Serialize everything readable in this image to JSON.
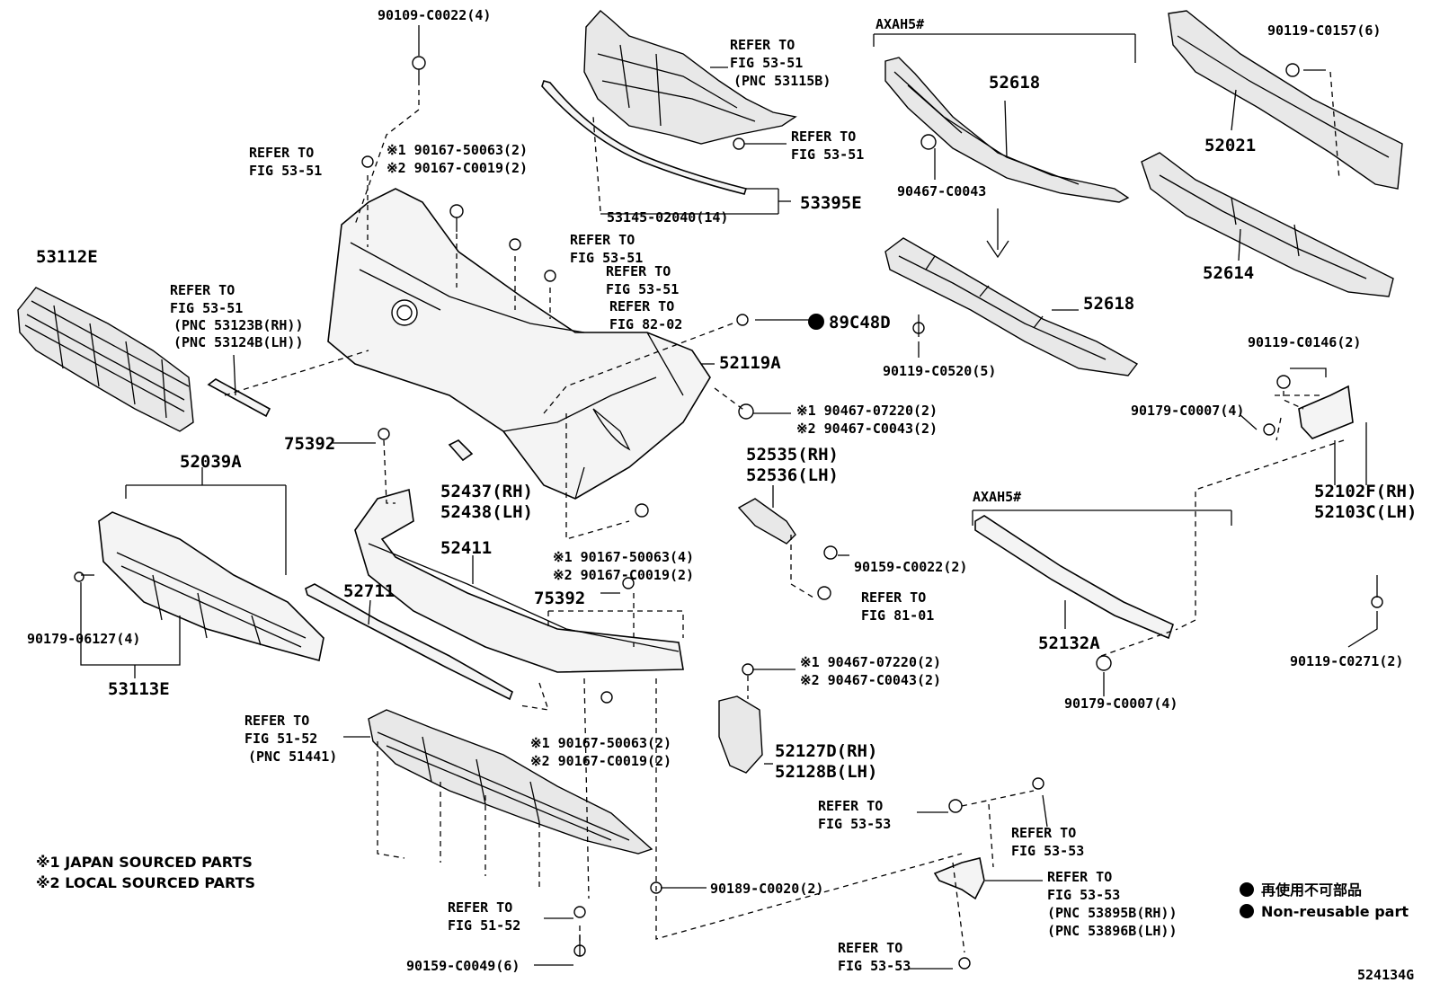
{
  "diagram_id": "524134G",
  "labels": {
    "p90109_c0022": "90109-C0022(4)",
    "refer_53_51_top": [
      "REFER TO",
      "FIG 53-51",
      "(PNC 53115B)"
    ],
    "refer_53_51_b": [
      "REFER TO",
      "FIG 53-51"
    ],
    "p53395e": "53395E",
    "p53145": "53145-02040(14)",
    "axah5_top": "AXAH5#",
    "p52618_a": "52618",
    "p90467_c0043": "90467-C0043",
    "p52618_b": "52618",
    "p90119_c0520": "90119-C0520(5)",
    "p90119_c0157": "90119-C0157(6)",
    "p52021": "52021",
    "p52614": "52614",
    "refer_53_51_c": [
      "REFER TO",
      "FIG 53-51"
    ],
    "p90167_50063_top": "※1 90167-50063(2)",
    "p90167_c0019_top": "※2 90167-C0019(2)",
    "p53112e": "53112E",
    "refer_53_51_grille": [
      "REFER TO",
      "FIG 53-51",
      "(PNC 53123B(RH))",
      "(PNC 53124B(LH))"
    ],
    "refer_53_51_d": [
      "REFER TO",
      "FIG 53-51"
    ],
    "refer_53_51_e": [
      "REFER TO",
      "FIG 53-51"
    ],
    "refer_82_02": [
      "REFER TO",
      "FIG 82-02"
    ],
    "p89c48d": "89C48D",
    "p52119a": "52119A",
    "p90119_c0146": "90119-C0146(2)",
    "p90179_c0007_a": "90179-C0007(4)",
    "p90467_07220_a": "※1 90467-07220(2)",
    "p90467_c0043_a": "※2 90467-C0043(2)",
    "p75392_a": "75392",
    "p52039a": "52039A",
    "p52437": "52437(RH)",
    "p52438": "52438(LH)",
    "p52535": "52535(RH)",
    "p52536": "52536(LH)",
    "p52102f": "52102F(RH)",
    "p52103c": "52103C(LH)",
    "axah5_mid": "AXAH5#",
    "p52411": "52411",
    "p90167_50063_mid": "※1 90167-50063(4)",
    "p90167_c0019_mid": "※2 90167-C0019(2)",
    "p90159_c0022": "90159-C0022(2)",
    "p52711": "52711",
    "p75392_b": "75392",
    "refer_81_01": [
      "REFER TO",
      "FIG 81-01"
    ],
    "p90179_06127": "90179-06127(4)",
    "p52132a": "52132A",
    "p90119_c0271": "90119-C0271(2)",
    "p53113e": "53113E",
    "p90467_07220_b": "※1 90467-07220(2)",
    "p90467_c0043_b": "※2 90467-C0043(2)",
    "p90179_c0007_b": "90179-C0007(4)",
    "refer_51_52": [
      "REFER TO",
      "FIG 51-52",
      "(PNC 51441)"
    ],
    "p90167_50063_low": "※1 90167-50063(2)",
    "p90167_c0019_low": "※2 90167-C0019(2)",
    "p52127d": "52127D(RH)",
    "p52128b": "52128B(LH)",
    "refer_53_53_a": [
      "REFER TO",
      "FIG 53-53"
    ],
    "refer_53_53_b": [
      "REFER TO",
      "FIG 53-53"
    ],
    "refer_53_53_c": [
      "REFER TO",
      "FIG 53-53",
      "(PNC 53895B(RH))",
      "(PNC 53896B(LH))"
    ],
    "refer_53_53_d": [
      "REFER TO",
      "FIG 53-53"
    ],
    "refer_51_52_b": [
      "REFER TO",
      "FIG 51-52"
    ],
    "p90189_c0020": "90189-C0020(2)",
    "p90159_c0049": "90159-C0049(6)"
  },
  "notes": {
    "japan": "※1 JAPAN SOURCED PARTS",
    "local": "※2 LOCAL SOURCED PARTS"
  },
  "legend": {
    "jp": "再使用不可部品",
    "en": "Non-reusable part"
  }
}
